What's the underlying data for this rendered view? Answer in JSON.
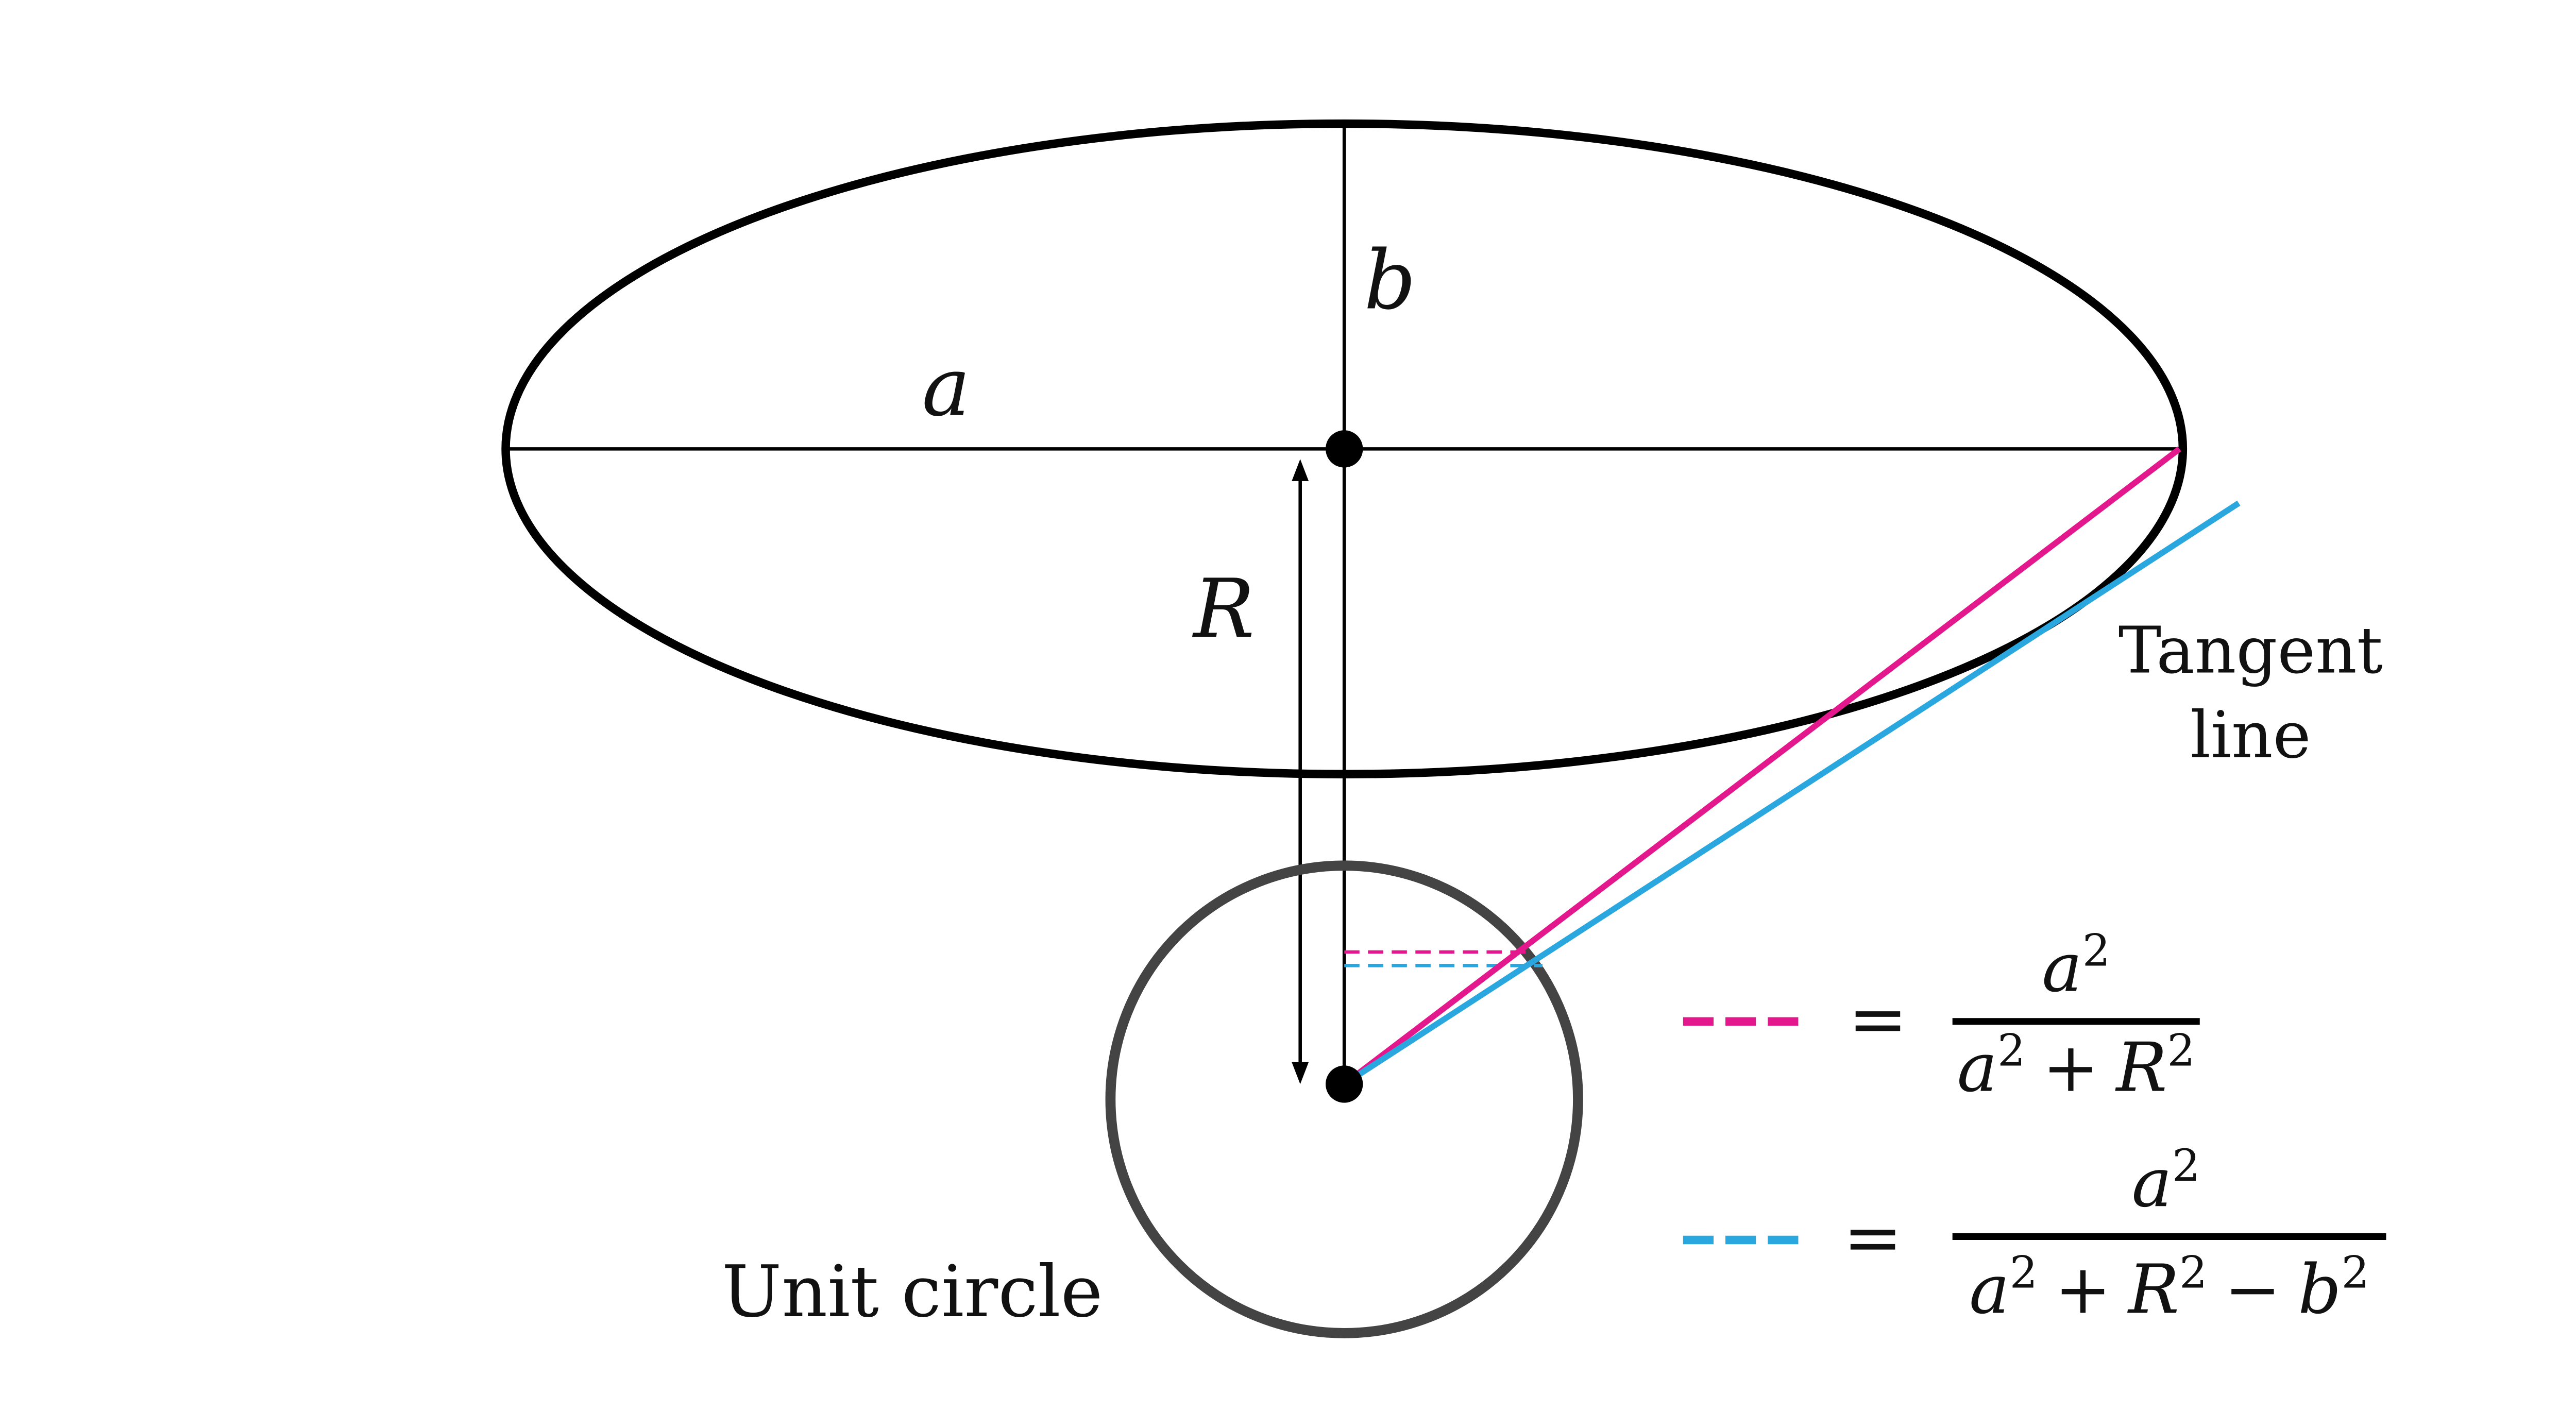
{
  "labels": {
    "a": "a",
    "b": "b",
    "R": "R",
    "tangent_line_1": "Tangent",
    "tangent_line_2": "line",
    "unit_circle": "Unit circle"
  },
  "legend": [
    {
      "dash_color": "#e3188d",
      "equals": "=",
      "numerator": {
        "base": "a",
        "exp": "2"
      },
      "denominator": [
        {
          "base": "a",
          "exp": "2"
        },
        {
          "op": "+"
        },
        {
          "base": "R",
          "exp": "2"
        }
      ]
    },
    {
      "dash_color": "#2aa7de",
      "equals": "=",
      "numerator": {
        "base": "a",
        "exp": "2"
      },
      "denominator": [
        {
          "base": "a",
          "exp": "2"
        },
        {
          "op": "+"
        },
        {
          "base": "R",
          "exp": "2"
        },
        {
          "op": "−"
        },
        {
          "base": "b",
          "exp": "2"
        }
      ]
    }
  ],
  "colors": {
    "ellipse": "#000000",
    "unit_circle": "#444444",
    "magenta_line": "#e3188d",
    "cyan_line": "#2aa7de",
    "text": "#111111"
  }
}
